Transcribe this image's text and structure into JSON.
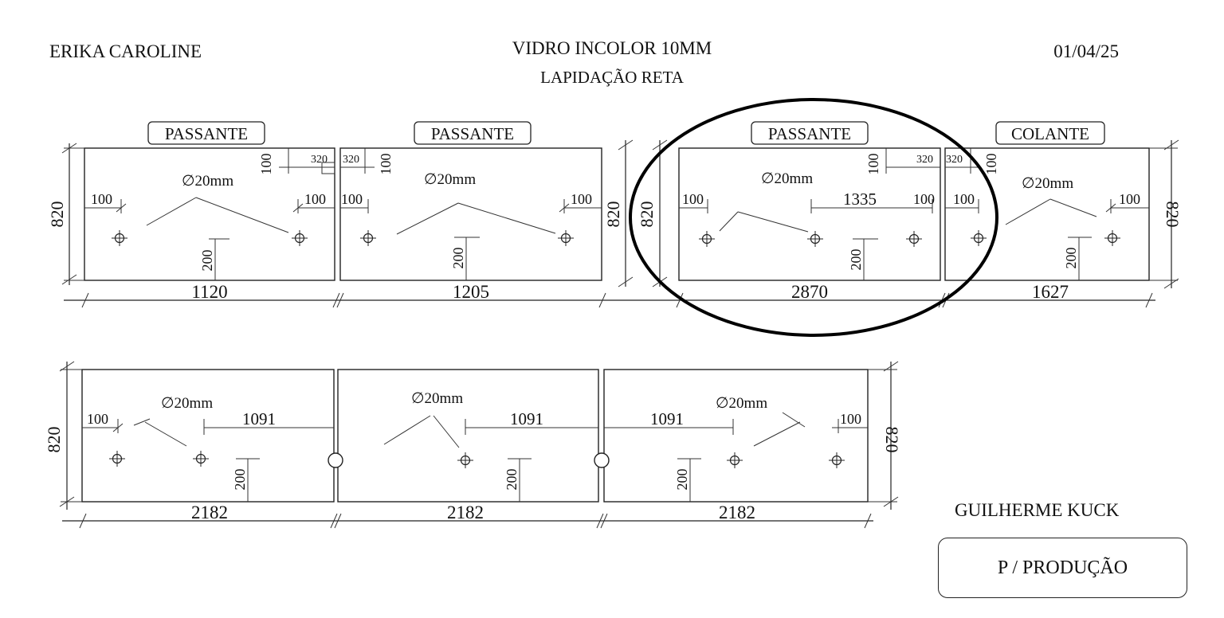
{
  "header": {
    "client": "ERIKA CAROLINE",
    "material": "VIDRO INCOLOR 10MM",
    "finish": "LAPIDAÇÃO RETA",
    "date": "01/04/25"
  },
  "footer": {
    "designer": "GUILHERME KUCK",
    "stamp": "P / PRODUÇÃO"
  },
  "row1": {
    "height": "820",
    "panels": [
      {
        "tag": "PASSANTE",
        "width": "1120",
        "hole": "∅20mm",
        "edge_left": "100",
        "edge_right": "100",
        "vert": "200",
        "top_h": "320",
        "top_v": "100"
      },
      {
        "tag": "PASSANTE",
        "width": "1205",
        "hole": "∅20mm",
        "edge_left": "100",
        "edge_right": "100",
        "vert": "200",
        "top_h": "320",
        "top_v": "100"
      },
      {
        "tag": "PASSANTE",
        "width": "2870",
        "hole": "∅20mm",
        "edge_left": "100",
        "edge_right": "100",
        "mid": "1335",
        "vert": "200",
        "top_h": "320",
        "top_v": "100"
      },
      {
        "tag": "COLANTE",
        "width": "1627",
        "hole": "∅20mm",
        "edge_left": "100",
        "edge_right": "100",
        "vert": "200",
        "top_h": "320",
        "top_v": "100"
      }
    ]
  },
  "row2": {
    "height": "820",
    "panels": [
      {
        "width": "2182",
        "hole": "∅20mm",
        "edge": "100",
        "mid": "1091",
        "vert": "200"
      },
      {
        "width": "2182",
        "hole": "∅20mm",
        "mid": "1091",
        "vert": "200"
      },
      {
        "width": "2182",
        "hole": "∅20mm",
        "edge": "100",
        "mid": "1091",
        "vert": "200"
      }
    ]
  },
  "colors": {
    "ink": "#111111",
    "background": "#ffffff"
  }
}
